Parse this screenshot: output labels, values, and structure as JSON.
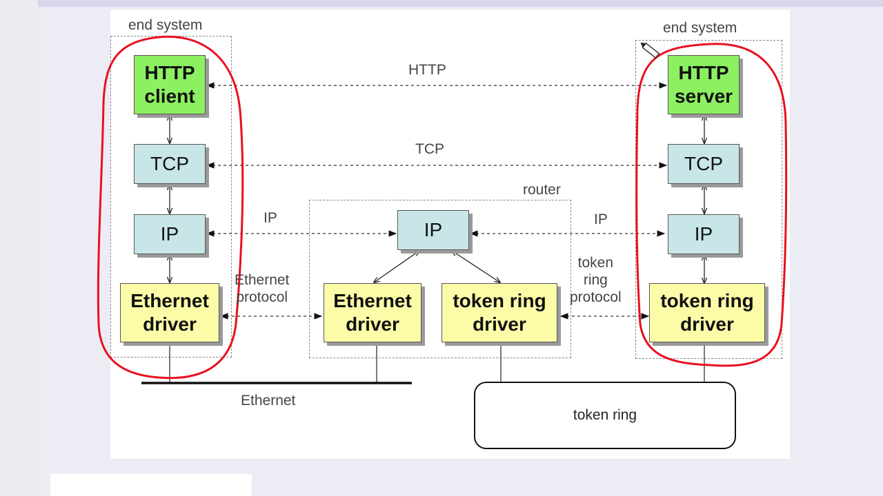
{
  "labels": {
    "end_system_left": "end system",
    "end_system_right": "end system",
    "router": "router",
    "http": "HTTP",
    "tcp": "TCP",
    "ip_left": "IP",
    "ip_right": "IP",
    "ethernet_protocol": "Ethernet\nprotocol",
    "token_ring_protocol": "token\nring\nprotocol",
    "ethernet": "Ethernet",
    "token_ring": "token ring"
  },
  "client": {
    "http": "HTTP\nclient",
    "tcp": "TCP",
    "ip": "IP",
    "driver": "Ethernet\ndriver"
  },
  "router": {
    "ip": "IP",
    "ethernet_driver": "Ethernet\ndriver",
    "token_driver": "token ring\ndriver"
  },
  "server": {
    "http": "HTTP\nserver",
    "tcp": "TCP",
    "ip": "IP",
    "driver": "token ring\ndriver"
  },
  "colors": {
    "application": "#8cf060",
    "transport": "#c8e6e8",
    "link": "#fcfca8",
    "annotation": "#e8101e"
  },
  "icons": {
    "pen_cursor": "pencil-icon"
  }
}
